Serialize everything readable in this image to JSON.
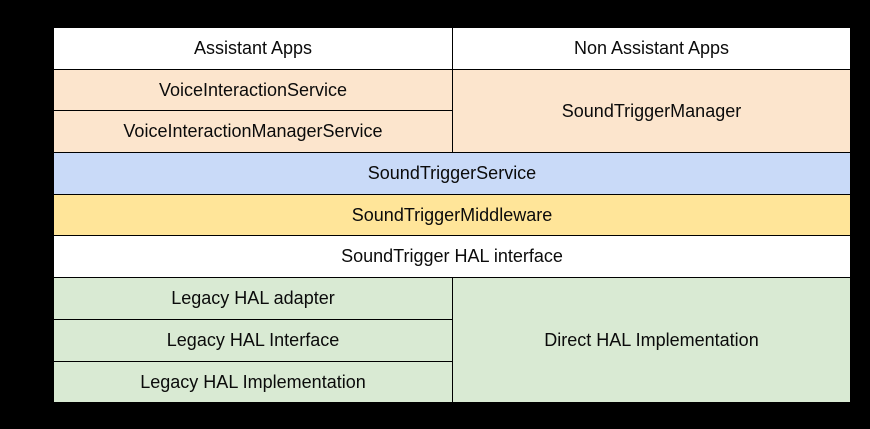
{
  "diagram": {
    "description": "Layered stack diagram with two columns of boxes",
    "colors": {
      "background": "#000000",
      "border": "#000000",
      "text": "#0b0b0b",
      "white_layer": "#ffffff",
      "peach_layer": "#fce5cd",
      "blue_layer": "#c9daf8",
      "yellow_layer": "#ffe599",
      "green_layer": "#d9ead3"
    },
    "cells": {
      "assistant_apps": {
        "label": "Assistant Apps",
        "color": "#ffffff"
      },
      "non_assistant_apps": {
        "label": "Non Assistant Apps",
        "color": "#ffffff"
      },
      "voice_interaction_service": {
        "label": "VoiceInteractionService",
        "color": "#fce5cd"
      },
      "sound_trigger_manager": {
        "label": "SoundTriggerManager",
        "color": "#fce5cd"
      },
      "voice_interaction_manager_service": {
        "label": "VoiceInteractionManagerService",
        "color": "#fce5cd"
      },
      "sound_trigger_service": {
        "label": "SoundTriggerService",
        "color": "#c9daf8"
      },
      "sound_trigger_middleware": {
        "label": "SoundTriggerMiddleware",
        "color": "#ffe599"
      },
      "sound_trigger_hal_interface": {
        "label": "SoundTrigger HAL interface",
        "color": "#ffffff"
      },
      "legacy_hal_adapter": {
        "label": "Legacy HAL adapter",
        "color": "#d9ead3"
      },
      "legacy_hal_interface": {
        "label": "Legacy HAL Interface",
        "color": "#d9ead3"
      },
      "legacy_hal_implementation": {
        "label": "Legacy HAL Implementation",
        "color": "#d9ead3"
      },
      "direct_hal_implementation": {
        "label": "Direct HAL Implementation",
        "color": "#d9ead3"
      }
    }
  }
}
